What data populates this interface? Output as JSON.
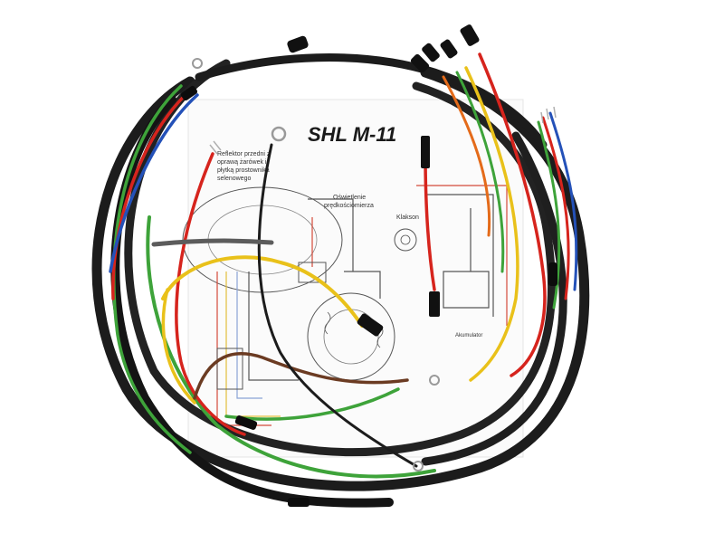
{
  "diagram": {
    "title": "SHL M-11",
    "labels": {
      "front_light": "Reflektor przedni z",
      "front_light_2": "oprawą żarówek i",
      "front_light_3": "płytką prostownika",
      "front_light_4": "selenowego",
      "speedo_light": "Oświetlenie",
      "speedo_light_2": "prędkościomierza",
      "horn": "Klakson",
      "battery": "Akumulator"
    }
  },
  "colors": {
    "background": "#ffffff",
    "paper": "#fbfbfb",
    "sheath": "#1c1c1c",
    "red": "#d6241d",
    "yellow": "#e9c11a",
    "green": "#3ea33a",
    "blue": "#2451b8",
    "brown": "#6b3b22",
    "diagram_line": "#555555",
    "diagram_red": "#d44a3a",
    "diagram_yellow": "#e2bf3d",
    "diagram_blue": "#8aa3d6"
  }
}
